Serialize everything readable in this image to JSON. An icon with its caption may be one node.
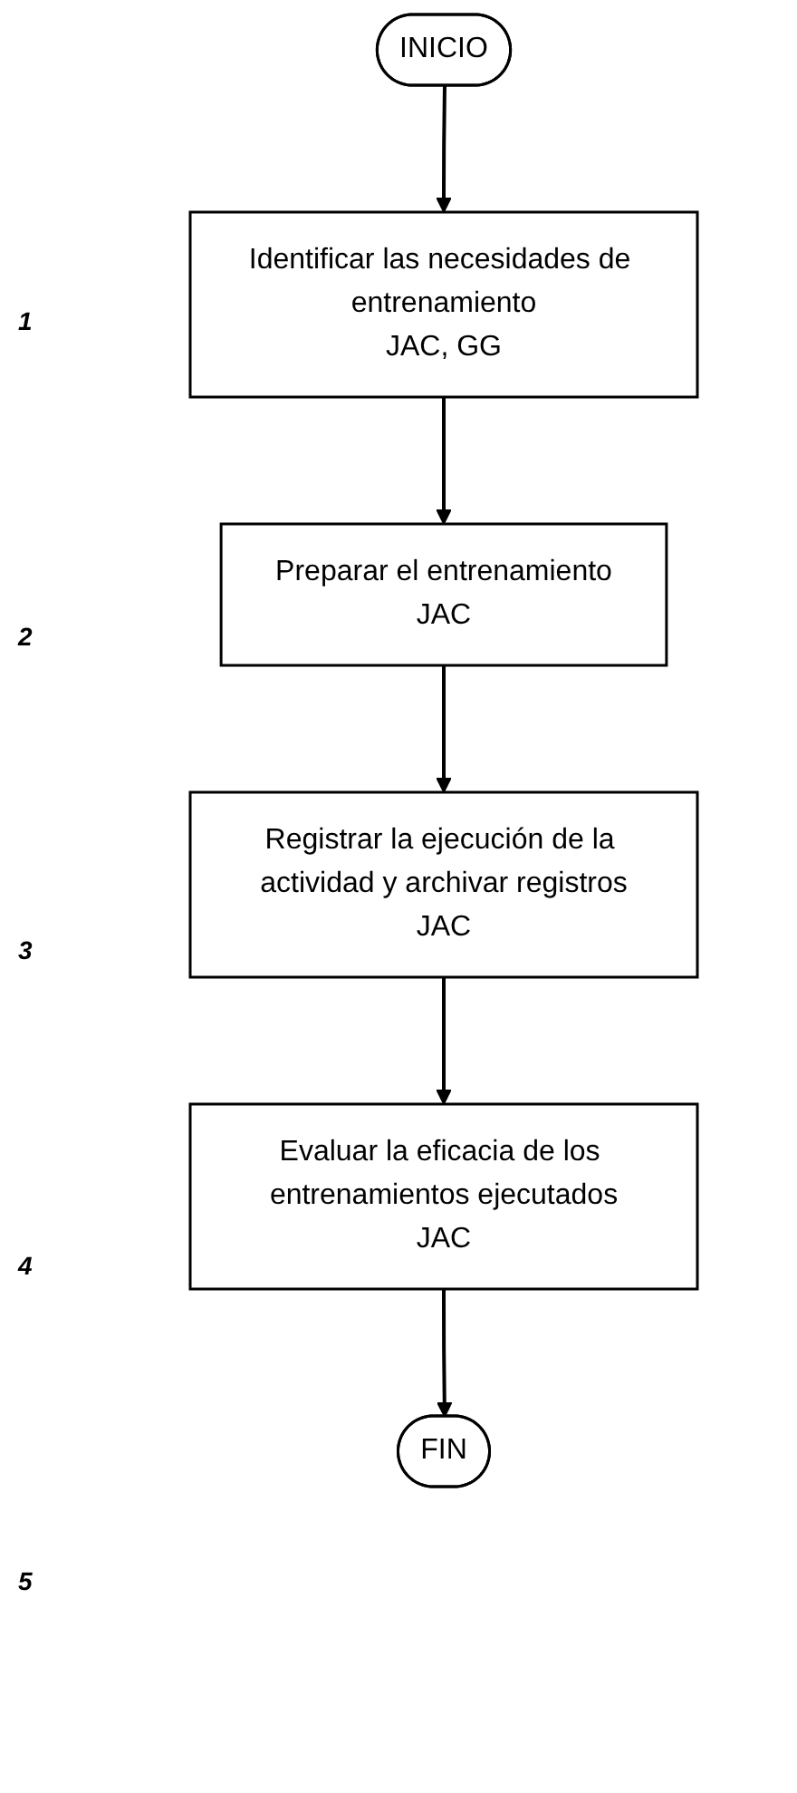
{
  "diagram": {
    "nodes": [
      {
        "text": [
          "INICIO"
        ]
      },
      {
        "text": [
          "Identificar las necesidades de entrenamiento",
          "JAC, GG"
        ]
      },
      {
        "text": [
          "Preparar el entrenamiento",
          "JAC"
        ]
      },
      {
        "text": [
          "Registrar la ejecución de la actividad y archivar registros",
          "JAC"
        ]
      },
      {
        "text": [
          "Evaluar la eficacia de los entrenamientos ejecutados",
          "JAC"
        ]
      },
      {
        "text": [
          "FIN"
        ]
      }
    ],
    "edges": [
      {
        "from": 0,
        "to": 1,
        "arrow": "to"
      },
      {
        "from": 1,
        "to": 2,
        "arrow": "to"
      },
      {
        "from": 2,
        "to": 3,
        "arrow": "to"
      },
      {
        "from": 3,
        "to": 4,
        "arrow": "to"
      },
      {
        "from": 4,
        "to": 5,
        "arrow": "to"
      }
    ],
    "labels": [
      "1",
      "2",
      "3",
      "4",
      "5"
    ]
  }
}
